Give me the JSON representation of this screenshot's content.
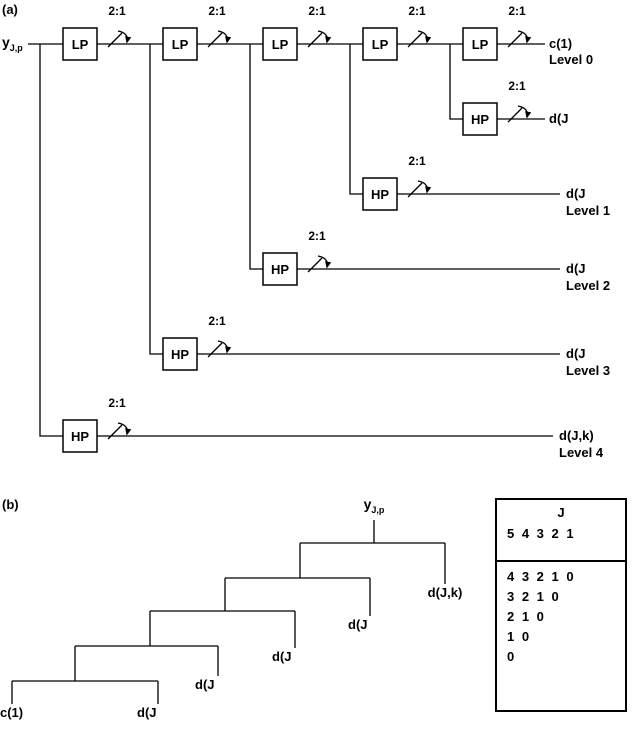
{
  "part_a": {
    "label": "(a)",
    "input": {
      "base": "y",
      "sub": "J,p"
    },
    "lp_label": "LP",
    "hp_label": "HP",
    "downsample_label": "2:1",
    "outputs": [
      {
        "signal": "c(1)",
        "level": "Level 0"
      },
      {
        "signal": "d(J",
        "level": ""
      },
      {
        "signal": "d(J",
        "level": "Level 1"
      },
      {
        "signal": "d(J",
        "level": "Level 2"
      },
      {
        "signal": "d(J",
        "level": "Level 3"
      },
      {
        "signal": "d(J,k)",
        "level": "Level 4"
      }
    ]
  },
  "part_b": {
    "label": "(b)",
    "root": {
      "base": "y",
      "sub": "J,p"
    },
    "leaves": [
      "d(J,k)",
      "d(J",
      "d(J",
      "d(J",
      "c(1)",
      "d(J"
    ]
  },
  "table": {
    "header": "J",
    "index_row": "5 4 3 2 1",
    "rows": [
      "4 3 2 1 0",
      "3 2 1 0",
      "2 1 0",
      "1 0",
      "0"
    ]
  }
}
